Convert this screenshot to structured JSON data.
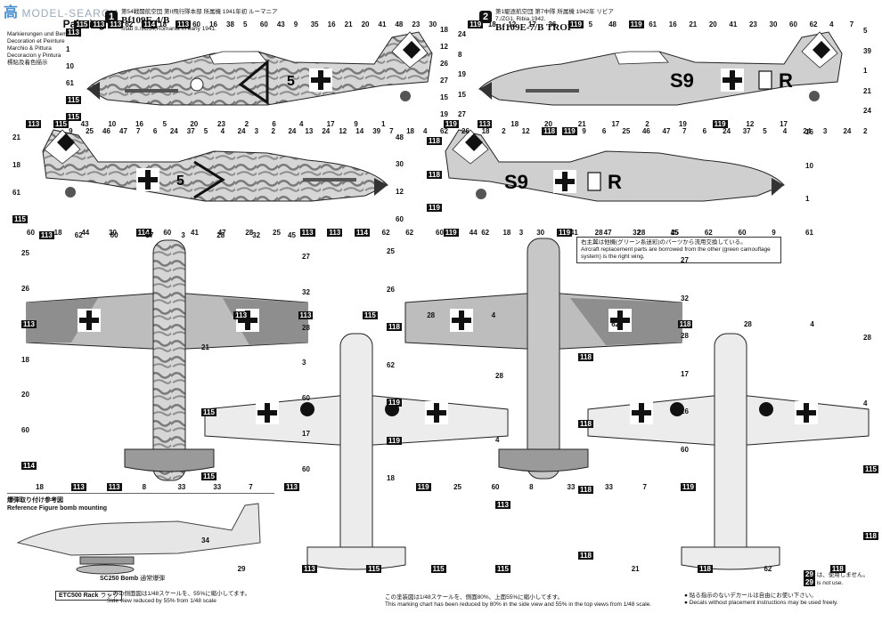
{
  "watermark": {
    "site": "MODEL-SEARCH",
    "cn": "高"
  },
  "legend_titles": {
    "main": "Painting",
    "lines": [
      "Markierungen und Bemalung",
      "Decoration et Peinture",
      "Marchio & Pittura",
      "Decoracion y Pintura",
      "標貼及着色描示"
    ]
  },
  "scheme1": {
    "badge": "1",
    "jp": "第54戦闘航空団 第II飛行隊本部 所属機 1941年初 ルーマニア",
    "aircraft": "Bf109E-4/B",
    "en": "Stab II./JG54,Romania In early 1941."
  },
  "scheme2": {
    "badge": "2",
    "jp": "第1駆逐航空団 第7中隊 所属機 1942年 リビア",
    "aircraft": "Bf109E-7/B TROP",
    "en": "7./ZG1, Ribia,1942."
  },
  "codes": {
    "s1": "5",
    "s2_left": "S9",
    "s2_right": "R"
  },
  "note_parts": {
    "jp": "右主翼は他機(グリーン系迷彩)のパーツから流用交換している。",
    "en": "Aircraft replacement parts are borrowed from the other (green camouflage system) is the right wing."
  },
  "bomb": {
    "jp": "爆弾取り付け参考図",
    "en": "Reference Figure bomb mounting",
    "sc250": "SC250 Bomb",
    "sc250_jp": "通常爆弾",
    "etc": "ETC500 Rack",
    "etc_jp": "ラック",
    "scale_jp": "このの側面図は1/48スケールを、55%に縮小してます。",
    "scale_en": "Side view reduced by 55% from 1/48 scale"
  },
  "footer": {
    "scale_jp": "この塗装図は1/48スケールを、側面80%、上面55%に縮小してます。",
    "scale_en": "This marking chart has been reduced by 80% in the side view and 55% in the top views from 1/48 scale.",
    "unused_jp": "は、使用しません。",
    "unused_num_1": "29",
    "unused_num_2": "29",
    "unused_en": "is not use.",
    "decal_jp": "貼る指示のないデカールは自由にお使い下さい。",
    "decal_en": "Decals without placement instructions may be used freely."
  },
  "callouts": {
    "s1_side": [
      "115",
      "113",
      "113",
      "62",
      "114",
      "18",
      "113",
      "60",
      "16",
      "38",
      "5",
      "60",
      "43",
      "9",
      "35",
      "16",
      "21",
      "20",
      "41",
      "48",
      "23",
      "30",
      "18",
      "12",
      "26",
      "27",
      "15",
      "19",
      "62",
      "4",
      "18",
      "7",
      "39",
      "14",
      "12",
      "24",
      "13",
      "24",
      "2",
      "3",
      "24",
      "4",
      "5",
      "37",
      "24",
      "6",
      "7",
      "47",
      "46",
      "25",
      "9",
      "115",
      "115",
      "61",
      "10",
      "1",
      "113"
    ],
    "s1_side2": [
      "113",
      "115",
      "43",
      "10",
      "16",
      "5",
      "20",
      "23",
      "2",
      "6",
      "4",
      "17",
      "9",
      "1",
      "48",
      "30",
      "12",
      "60",
      "62",
      "114",
      "113",
      "113",
      "25",
      "28",
      "47",
      "41",
      "60",
      "114",
      "30",
      "44",
      "18",
      "60",
      "115",
      "61",
      "18",
      "21"
    ],
    "s2_side": [
      "119",
      "18",
      "12",
      "17",
      "36",
      "119",
      "5",
      "48",
      "119",
      "61",
      "16",
      "21",
      "20",
      "41",
      "23",
      "30",
      "60",
      "62",
      "4",
      "7",
      "5",
      "39",
      "1",
      "21",
      "24",
      "2",
      "24",
      "3",
      "24",
      "4",
      "5",
      "37",
      "24",
      "6",
      "7",
      "47",
      "46",
      "25",
      "6",
      "9",
      "119",
      "118",
      "12",
      "2",
      "18",
      "26",
      "27",
      "15",
      "19",
      "8",
      "24"
    ],
    "s2_side2": [
      "119",
      "113",
      "18",
      "20",
      "21",
      "17",
      "2",
      "19",
      "119",
      "12",
      "17",
      "16",
      "10",
      "1",
      "61",
      "9",
      "60",
      "62",
      "25",
      "28",
      "47",
      "41",
      "30",
      "18",
      "44",
      "60",
      "119",
      "118",
      "118"
    ],
    "top1": [
      "113",
      "62",
      "60",
      "17",
      "3",
      "28",
      "32",
      "45",
      "27",
      "32",
      "28",
      "3",
      "60",
      "17",
      "60",
      "113",
      "7",
      "33",
      "33",
      "8",
      "113",
      "113",
      "18",
      "114",
      "60",
      "20",
      "18",
      "113",
      "26",
      "25"
    ],
    "bot1": [
      "113",
      "113",
      "115",
      "28",
      "4",
      "28",
      "4",
      "113",
      "115",
      "115",
      "115",
      "113",
      "29",
      "34",
      "115",
      "115",
      "21"
    ],
    "top2": [
      "62",
      "119",
      "62",
      "3",
      "119",
      "28",
      "32",
      "45",
      "27",
      "32",
      "28",
      "17",
      "26",
      "60",
      "119",
      "7",
      "33",
      "33",
      "8",
      "60",
      "25",
      "119",
      "18",
      "119",
      "119",
      "62",
      "118",
      "26",
      "25"
    ],
    "bot2": [
      "62",
      "118",
      "28",
      "4",
      "28",
      "4",
      "115",
      "118",
      "118",
      "62",
      "118",
      "21",
      "118",
      "118",
      "118",
      "118"
    ]
  }
}
